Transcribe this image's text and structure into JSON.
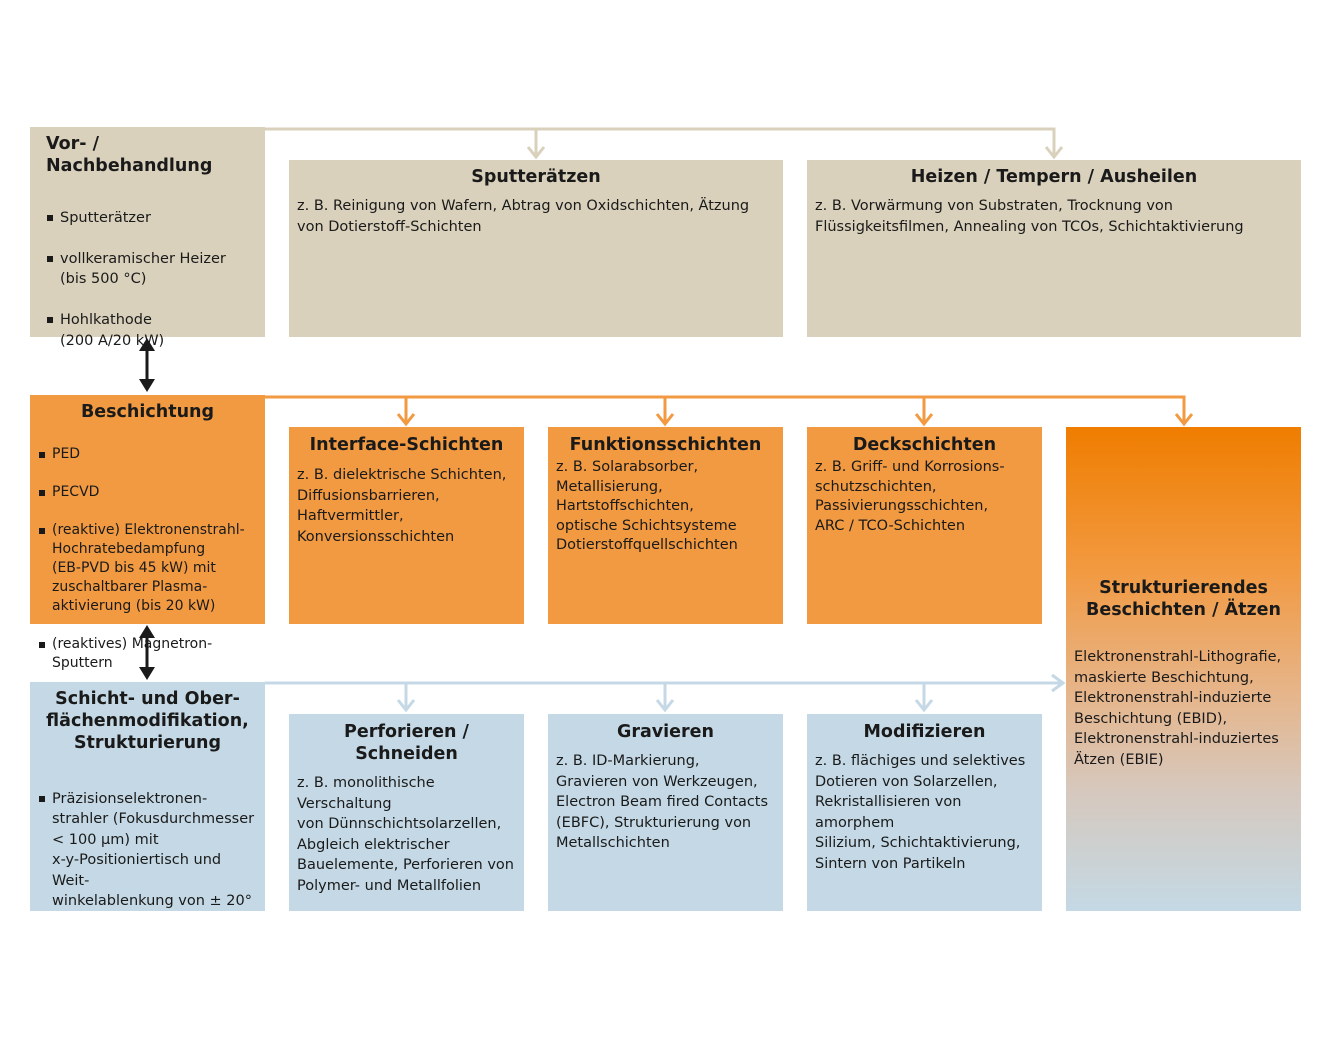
{
  "colors": {
    "beige": "#d9d1bc",
    "orange": "#f29a42",
    "orange_dark": "#ef7d00",
    "blue": "#c4d9e5",
    "arrow_dark": "#1a1a1a"
  },
  "vor": {
    "title": "Vor- / Nachbehandlung",
    "items": [
      "Sputterätzer",
      "vollkeramischer Heizer\n(bis 500 °C)",
      "Hohlkathode\n(200 A/20 kW)"
    ]
  },
  "sputter": {
    "title": "Sputterätzen",
    "text": "z. B. Reinigung von Wafern, Abtrag von Oxidschichten, Ätzung von Dotierstoff-Schichten"
  },
  "heizen": {
    "title": "Heizen / Tempern / Ausheilen",
    "text": "z. B. Vorwärmung von Substraten, Trocknung von Flüssigkeitsfilmen, Annealing von TCOs, Schichtaktivierung"
  },
  "beschichtung": {
    "title": "Beschichtung",
    "items": [
      "PED",
      "PECVD",
      "(reaktive) Elektronenstrahl-\nHochratebedampfung\n(EB-PVD bis 45 kW) mit\nzuschaltbarer Plasma-\naktivierung (bis 20 kW)",
      "(reaktives) Magnetron-\nSputtern"
    ]
  },
  "interface": {
    "title": "Interface-Schichten",
    "text": "z. B. dielektrische Schichten,\nDiffusionsbarrieren,\nHaftvermittler,\nKonversionsschichten"
  },
  "funktion": {
    "title": "Funktionsschichten",
    "text": "z. B. Solarabsorber,\nMetallisierung,\nHartstoffschichten,\noptische Schichtsysteme\nDotierstoffquellschichten"
  },
  "deck": {
    "title": "Deckschichten",
    "text": "z. B. Griff- und Korrosions-\nschutzschichten,\nPassivierungsschichten,\nARC / TCO-Schichten"
  },
  "struktur": {
    "title": "Strukturierendes\nBeschichten / Ätzen",
    "text": "Elektronenstrahl-Lithografie,\nmaskierte Beschichtung,\nElektronenstrahl-induzierte\nBeschichtung (EBID),\nElektronenstrahl-induziertes\nÄtzen (EBIE)"
  },
  "schicht": {
    "title": "Schicht- und Ober-\nflächenmodifikation,\nStrukturierung",
    "items": [
      "Präzisionselektronen-\nstrahler (Fokusdurchmesser\n< 100 µm) mit\nx-y-Positioniertisch und Weit-\nwinkelablenkung von ± 20°"
    ]
  },
  "perforieren": {
    "title": "Perforieren / Schneiden",
    "text": "z. B. monolithische Verschaltung\nvon Dünnschichtsolarzellen,\nAbgleich elektrischer\nBauelemente, Perforieren von\nPolymer- und Metallfolien"
  },
  "gravieren": {
    "title": "Gravieren",
    "text": "z. B. ID-Markierung,\nGravieren von Werkzeugen,\nElectron Beam fired Contacts\n(EBFC), Strukturierung von\nMetallschichten"
  },
  "modifizieren": {
    "title": "Modifizieren",
    "text": "z. B. flächiges und selektives\nDotieren von Solarzellen,\nRekristallisieren von amorphem\nSilizium, Schichtaktivierung,\nSintern von Partikeln"
  }
}
